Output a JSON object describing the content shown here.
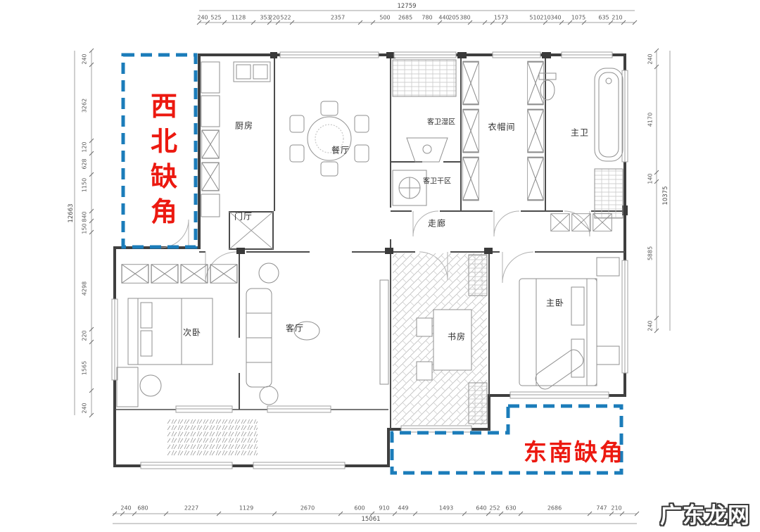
{
  "page": {
    "background": "#ffffff"
  },
  "annotations": {
    "northwest_label": "西北缺角",
    "southeast_label": "东南缺角",
    "text_color": "#ec1910",
    "box_border_color": "#1b7cba"
  },
  "watermark": {
    "text": "广东龙网"
  },
  "rooms": {
    "kitchen": "厨房",
    "dining": "餐厅",
    "foyer": "门厅",
    "guest_bath_wet": "客卫湿区",
    "guest_bath_dry": "客卫干区",
    "cloakroom": "衣帽间",
    "master_bath": "主卫",
    "corridor": "走廊",
    "second_bedroom": "次卧",
    "living_room": "客厅",
    "study": "书房",
    "master_bedroom": "主卧"
  },
  "dimensions": {
    "top": {
      "total": "12759",
      "segments": [
        "240",
        "525",
        "1128",
        "353",
        "220",
        "522",
        "2357",
        "500",
        "2685",
        "780",
        "440",
        "205",
        "380",
        "1573",
        "510",
        "210",
        "340",
        "1075",
        "635",
        "210"
      ]
    },
    "bottom": {
      "total": "15061",
      "segments": [
        "240",
        "680",
        "2227",
        "1129",
        "2670",
        "600",
        "910",
        "449",
        "1493",
        "640",
        "252",
        "630",
        "2686",
        "747",
        "210"
      ]
    },
    "left": {
      "total": "12663",
      "segments": [
        "240",
        "3262",
        "120",
        "628",
        "1150",
        "840",
        "150",
        "4298",
        "220",
        "1565",
        "240"
      ]
    },
    "right": {
      "total": "10375",
      "segments": [
        "240",
        "4170",
        "140",
        "5885",
        "240"
      ]
    }
  }
}
